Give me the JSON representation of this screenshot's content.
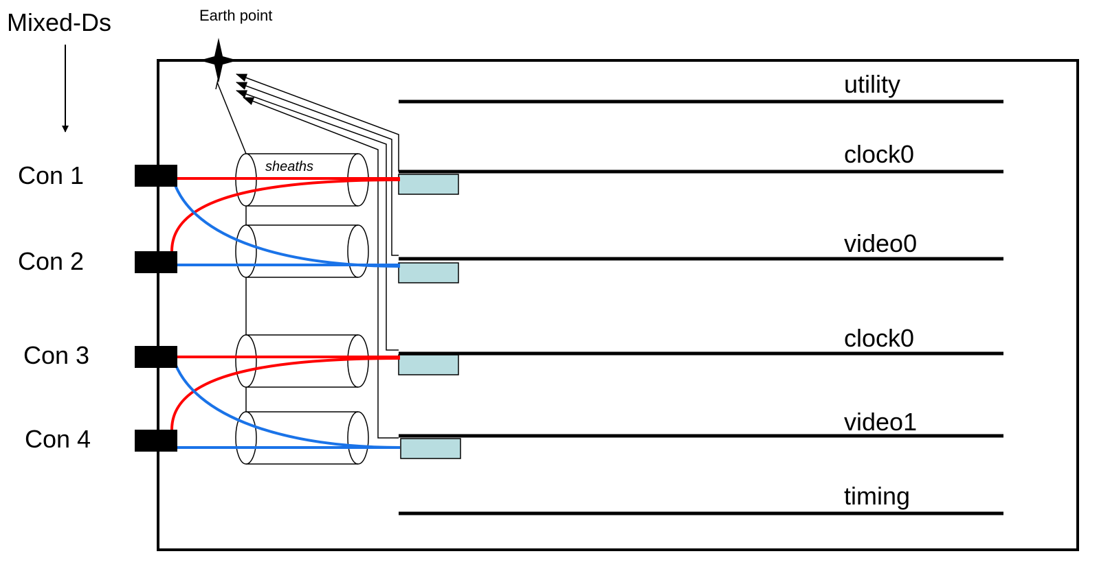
{
  "title_label": "Mixed-Ds",
  "earth_label": "Earth point",
  "sheath_label": "sheaths",
  "connectors": [
    {
      "label": "Con 1"
    },
    {
      "label": "Con 2"
    },
    {
      "label": "Con 3"
    },
    {
      "label": "Con 4"
    }
  ],
  "buses": [
    {
      "label": "utility"
    },
    {
      "label": "clock0"
    },
    {
      "label": "video0"
    },
    {
      "label": "clock0"
    },
    {
      "label": "video1"
    },
    {
      "label": "timing"
    }
  ],
  "colors": {
    "red_wire": "#ff0000",
    "blue_wire": "#1a73e8",
    "tap_box": "#b8dde0",
    "line": "#000000"
  }
}
